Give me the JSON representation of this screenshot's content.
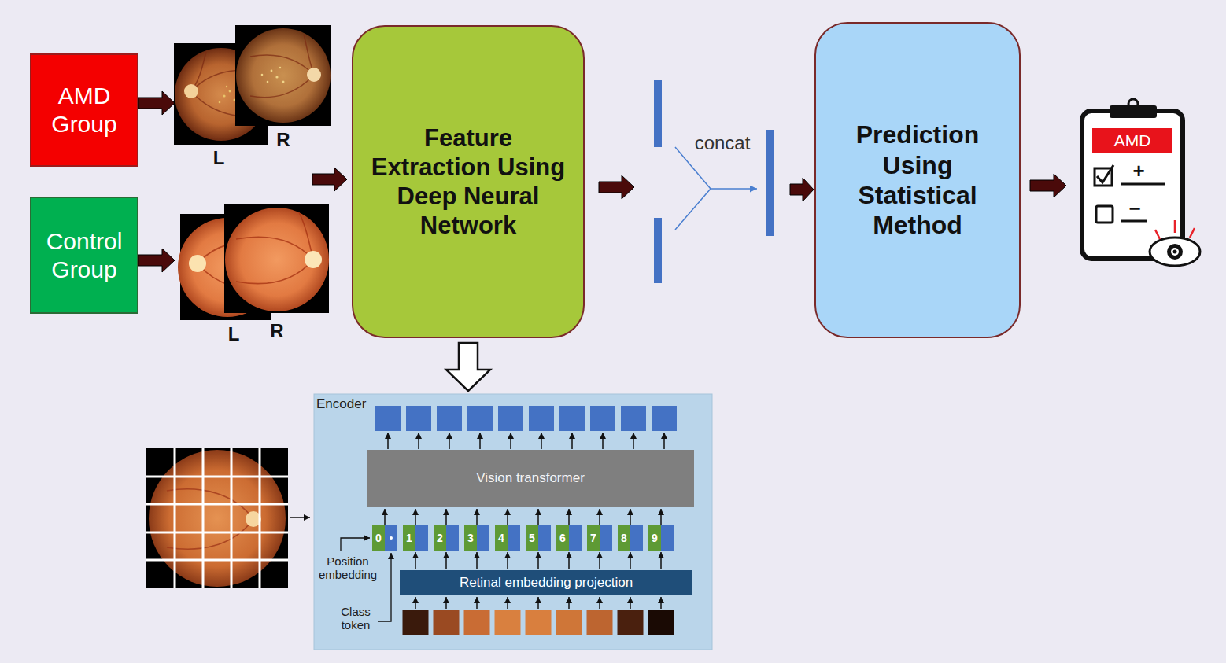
{
  "diagram": {
    "nodes": [
      {
        "text": [
          "AMD Group"
        ]
      },
      {
        "text": [
          "Control Group"
        ]
      },
      {
        "text": [
          "Feature Extraction Using Deep Neural Network"
        ]
      },
      {
        "text": [
          "Prediction Using Statistical Method"
        ]
      },
      {
        "text": [
          "Encoder"
        ]
      },
      {
        "text": [
          "Vision transformer"
        ],
        "in": 4
      },
      {
        "text": [
          "Retinal embedding projection"
        ],
        "in": 4
      }
    ],
    "edges": [
      {
        "from": 2,
        "to": 4,
        "arrow": "to"
      }
    ],
    "labels": [
      "L",
      "R",
      "L",
      "R",
      "concat",
      "AMD",
      "+",
      "−",
      "Position embedding",
      "0",
      "1",
      "2",
      "3",
      "4",
      "5",
      "6",
      "7",
      "8",
      "9",
      "Class token"
    ]
  }
}
